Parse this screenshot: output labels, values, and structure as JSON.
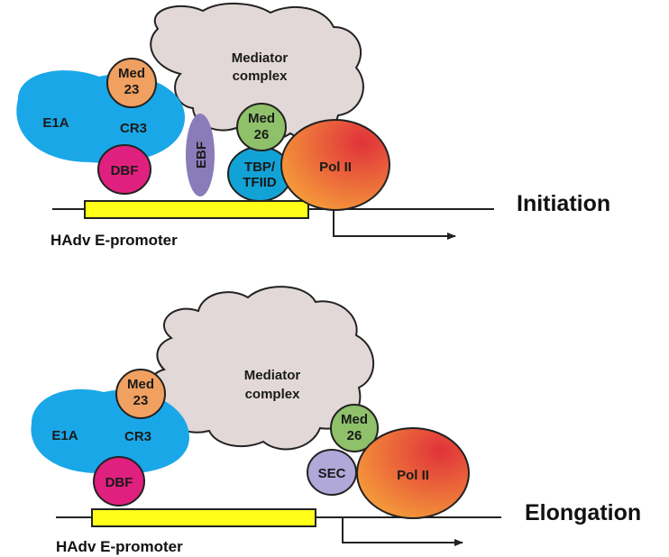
{
  "colors": {
    "e1a": "#1aa7e8",
    "med23": "#f0a060",
    "dbf": "#e0207e",
    "ebf": "#8a7cb8",
    "mediator": "#e3d8d8",
    "med26": "#8fc06a",
    "tbp": "#12a3d6",
    "pol2_light": "#f6a03a",
    "pol2_dark": "#e0323a",
    "sec": "#b0a8d8",
    "promoter": "#ffff1a",
    "line": "#222222"
  },
  "panels": [
    {
      "state": "Initiation",
      "promoter_label": "HAdv E-promoter",
      "proteins": {
        "e1a": "E1A",
        "cr3": "CR3",
        "med23_a": "Med",
        "med23_b": "23",
        "dbf": "DBF",
        "ebf": "EBF",
        "mediator_a": "Mediator",
        "mediator_b": "complex",
        "med26_a": "Med",
        "med26_b": "26",
        "tbp_a": "TBP/",
        "tbp_b": "TFIID",
        "pol2": "Pol II"
      }
    },
    {
      "state": "Elongation",
      "promoter_label": "HAdv E-promoter",
      "proteins": {
        "e1a": "E1A",
        "cr3": "CR3",
        "med23_a": "Med",
        "med23_b": "23",
        "dbf": "DBF",
        "mediator_a": "Mediator",
        "mediator_b": "complex",
        "med26_a": "Med",
        "med26_b": "26",
        "sec": "SEC",
        "pol2": "Pol II"
      }
    }
  ]
}
